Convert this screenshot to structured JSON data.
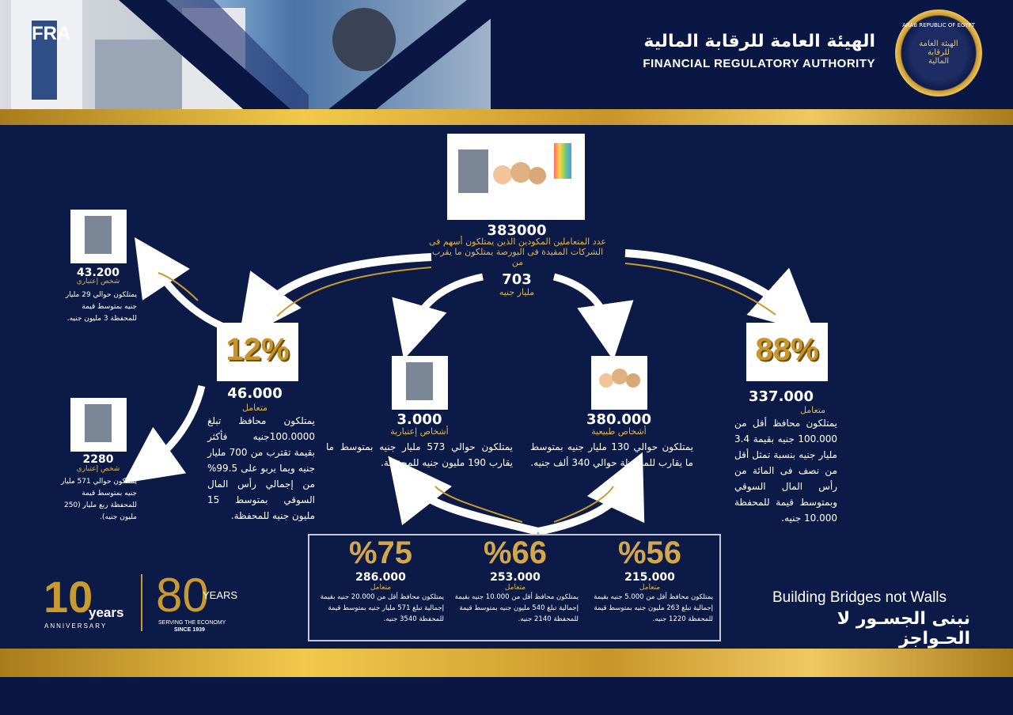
{
  "header": {
    "title_ar": "الهيئة العامة للرقابة المالية",
    "title_en": "FINANCIAL REGULATORY AUTHORITY",
    "seal_ring": "ARAB REPUBLIC OF EGYPT",
    "seal_center": "الهيئة العامة للرقابة المالية",
    "photo_sign": "FRA"
  },
  "top": {
    "total": "383000",
    "desc": "عدد المتعاملين المكودين الذين يمتلكون أسهم فى الشركات المقيدة فى البورصة يمتلكون ما يقرب من",
    "amount": "703",
    "unit": "مليار جنيه"
  },
  "left_group": {
    "pct": "12%",
    "count": "46.000",
    "label": "متعامل",
    "desc": "يمتلكون محافظ تبلغ 100.0000جنيه فأكثر بقيمة تقترب من 700 مليار جنيه ويما يربو على 99.5% من إجمالي رأس المال السوقي بمتوسط 15 مليون جنيه للمحفظة."
  },
  "far_left_top": {
    "count": "43.200",
    "label": "شخص إعتباري",
    "desc": "يمتلكون حوالي 29 مليار جنيه بمتوسط قيمة للمحفظة 3 مليون جنيه."
  },
  "far_left_bottom": {
    "count": "2280",
    "label": "شخص إعتباري",
    "desc": "يمتلكون حوالي 571 مليار جنيه بمتوسط قيمة للمحفظة ربع مليار (250 مليون جنيه)."
  },
  "center_left": {
    "count": "3.000",
    "label": "أشخاص إعتبارية",
    "desc": "يمتلكون حوالي 573 مليار جنيه بمتوسط ما يقارب 190 مليون جنيه للمحفظة."
  },
  "center_right": {
    "count": "380.000",
    "label": "أشخاص طبيعية",
    "desc": "يمتلكون حوالي 130 مليار جنيه بمتوسط ما يقارب للمحفظة حوالي 340 ألف جنيه."
  },
  "right_group": {
    "pct": "88%",
    "count": "337.000",
    "label": "متعامل",
    "desc": "يمتلكون محافظ أقل من 100.000 جنيه بقيمة 3.4 مليار جنيه بنسبة تمثل أقل من نصف فى المائة من رأس المال السوقي وبمتوسط قيمة للمحفظة 10.000 جنيه."
  },
  "bottom_panel": [
    {
      "pct": "%75",
      "count": "286.000",
      "label": "متعامل",
      "desc": "يمتلكون محافظ أقل من 20.000 جنيه بقيمة إجمالية تبلغ 571 مليار جنيه بمتوسط قيمة للمحفظة 3540 جنيه."
    },
    {
      "pct": "%66",
      "count": "253.000",
      "label": "متعامل",
      "desc": "يمتلكون محافظ أقل من 10.000 جنيه بقيمة إجمالية تبلغ 540 مليون جنيه بمتوسط قيمة للمحفظة 2140 جنيه."
    },
    {
      "pct": "%56",
      "count": "215.000",
      "label": "متعامل",
      "desc": "يمتلكون محافظ أقل من 5.000 جنيه بقيمة إجمالية تبلغ 263 مليون جنيه بمتوسط قيمة للمحفظة 1220 جنيه."
    }
  ],
  "footer": {
    "slogan_en": "Building Bridges not Walls",
    "slogan_ar": "نبنى الجسـور لا الحـواجز",
    "anniv_num": "10",
    "anniv_years": "years",
    "anniv_word": "ANNIVERSARY",
    "eighty": "80",
    "eighty_years": "YEARS",
    "serving": "SERVING THE ECONOMY",
    "since": "SINCE 1939"
  },
  "colors": {
    "navy": "#0c1a47",
    "gold": "#e2b34a"
  }
}
